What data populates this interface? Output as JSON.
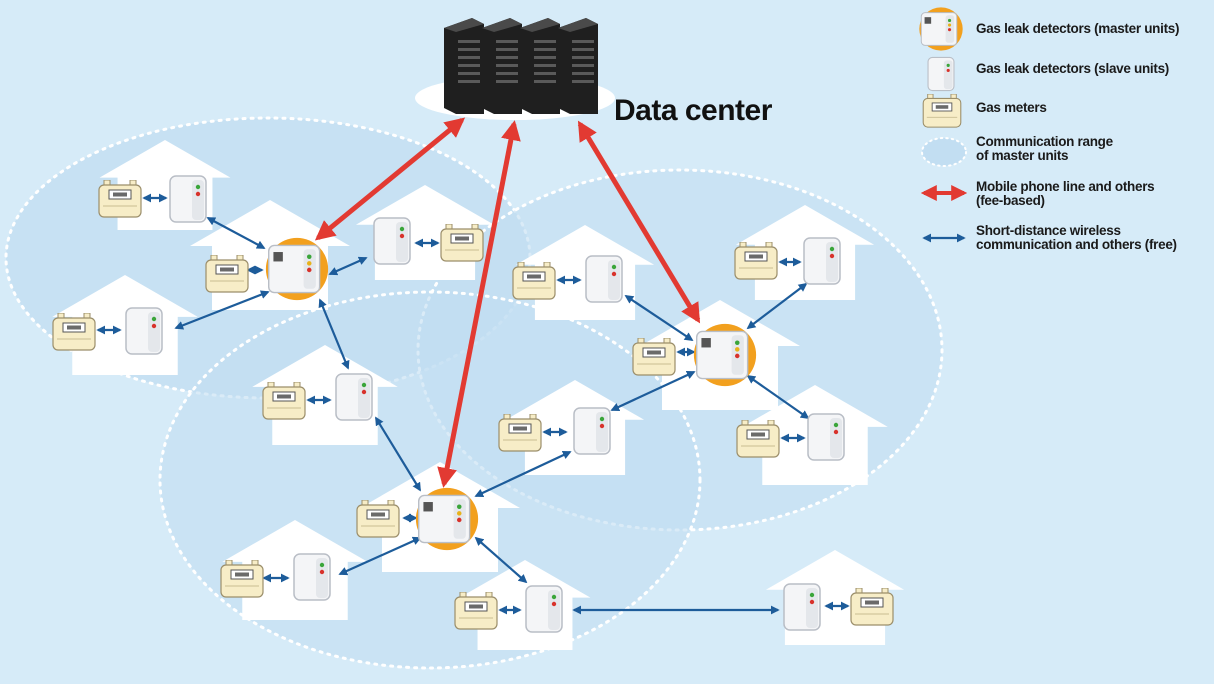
{
  "diagram": {
    "title": "Data center",
    "legend": [
      {
        "key": "master",
        "label": "Gas leak detectors (master units)"
      },
      {
        "key": "slave",
        "label": "Gas leak detectors (slave units)"
      },
      {
        "key": "meter",
        "label": "Gas meters"
      },
      {
        "key": "range",
        "label": "Communication range\nof master units"
      },
      {
        "key": "mobile",
        "label": "Mobile phone line and others\n(fee-based)"
      },
      {
        "key": "wireless",
        "label": "Short-distance wireless\ncommunication and others (free)"
      }
    ]
  },
  "colors": {
    "background": "#d6ebf8",
    "range_fill": "#c2def2",
    "mobile_line": "#e23a32",
    "wireless_line": "#1d5c9a",
    "master_ring": "#f2a01e",
    "meter_body": "#f7edc7",
    "server": "#2b2b2b"
  }
}
